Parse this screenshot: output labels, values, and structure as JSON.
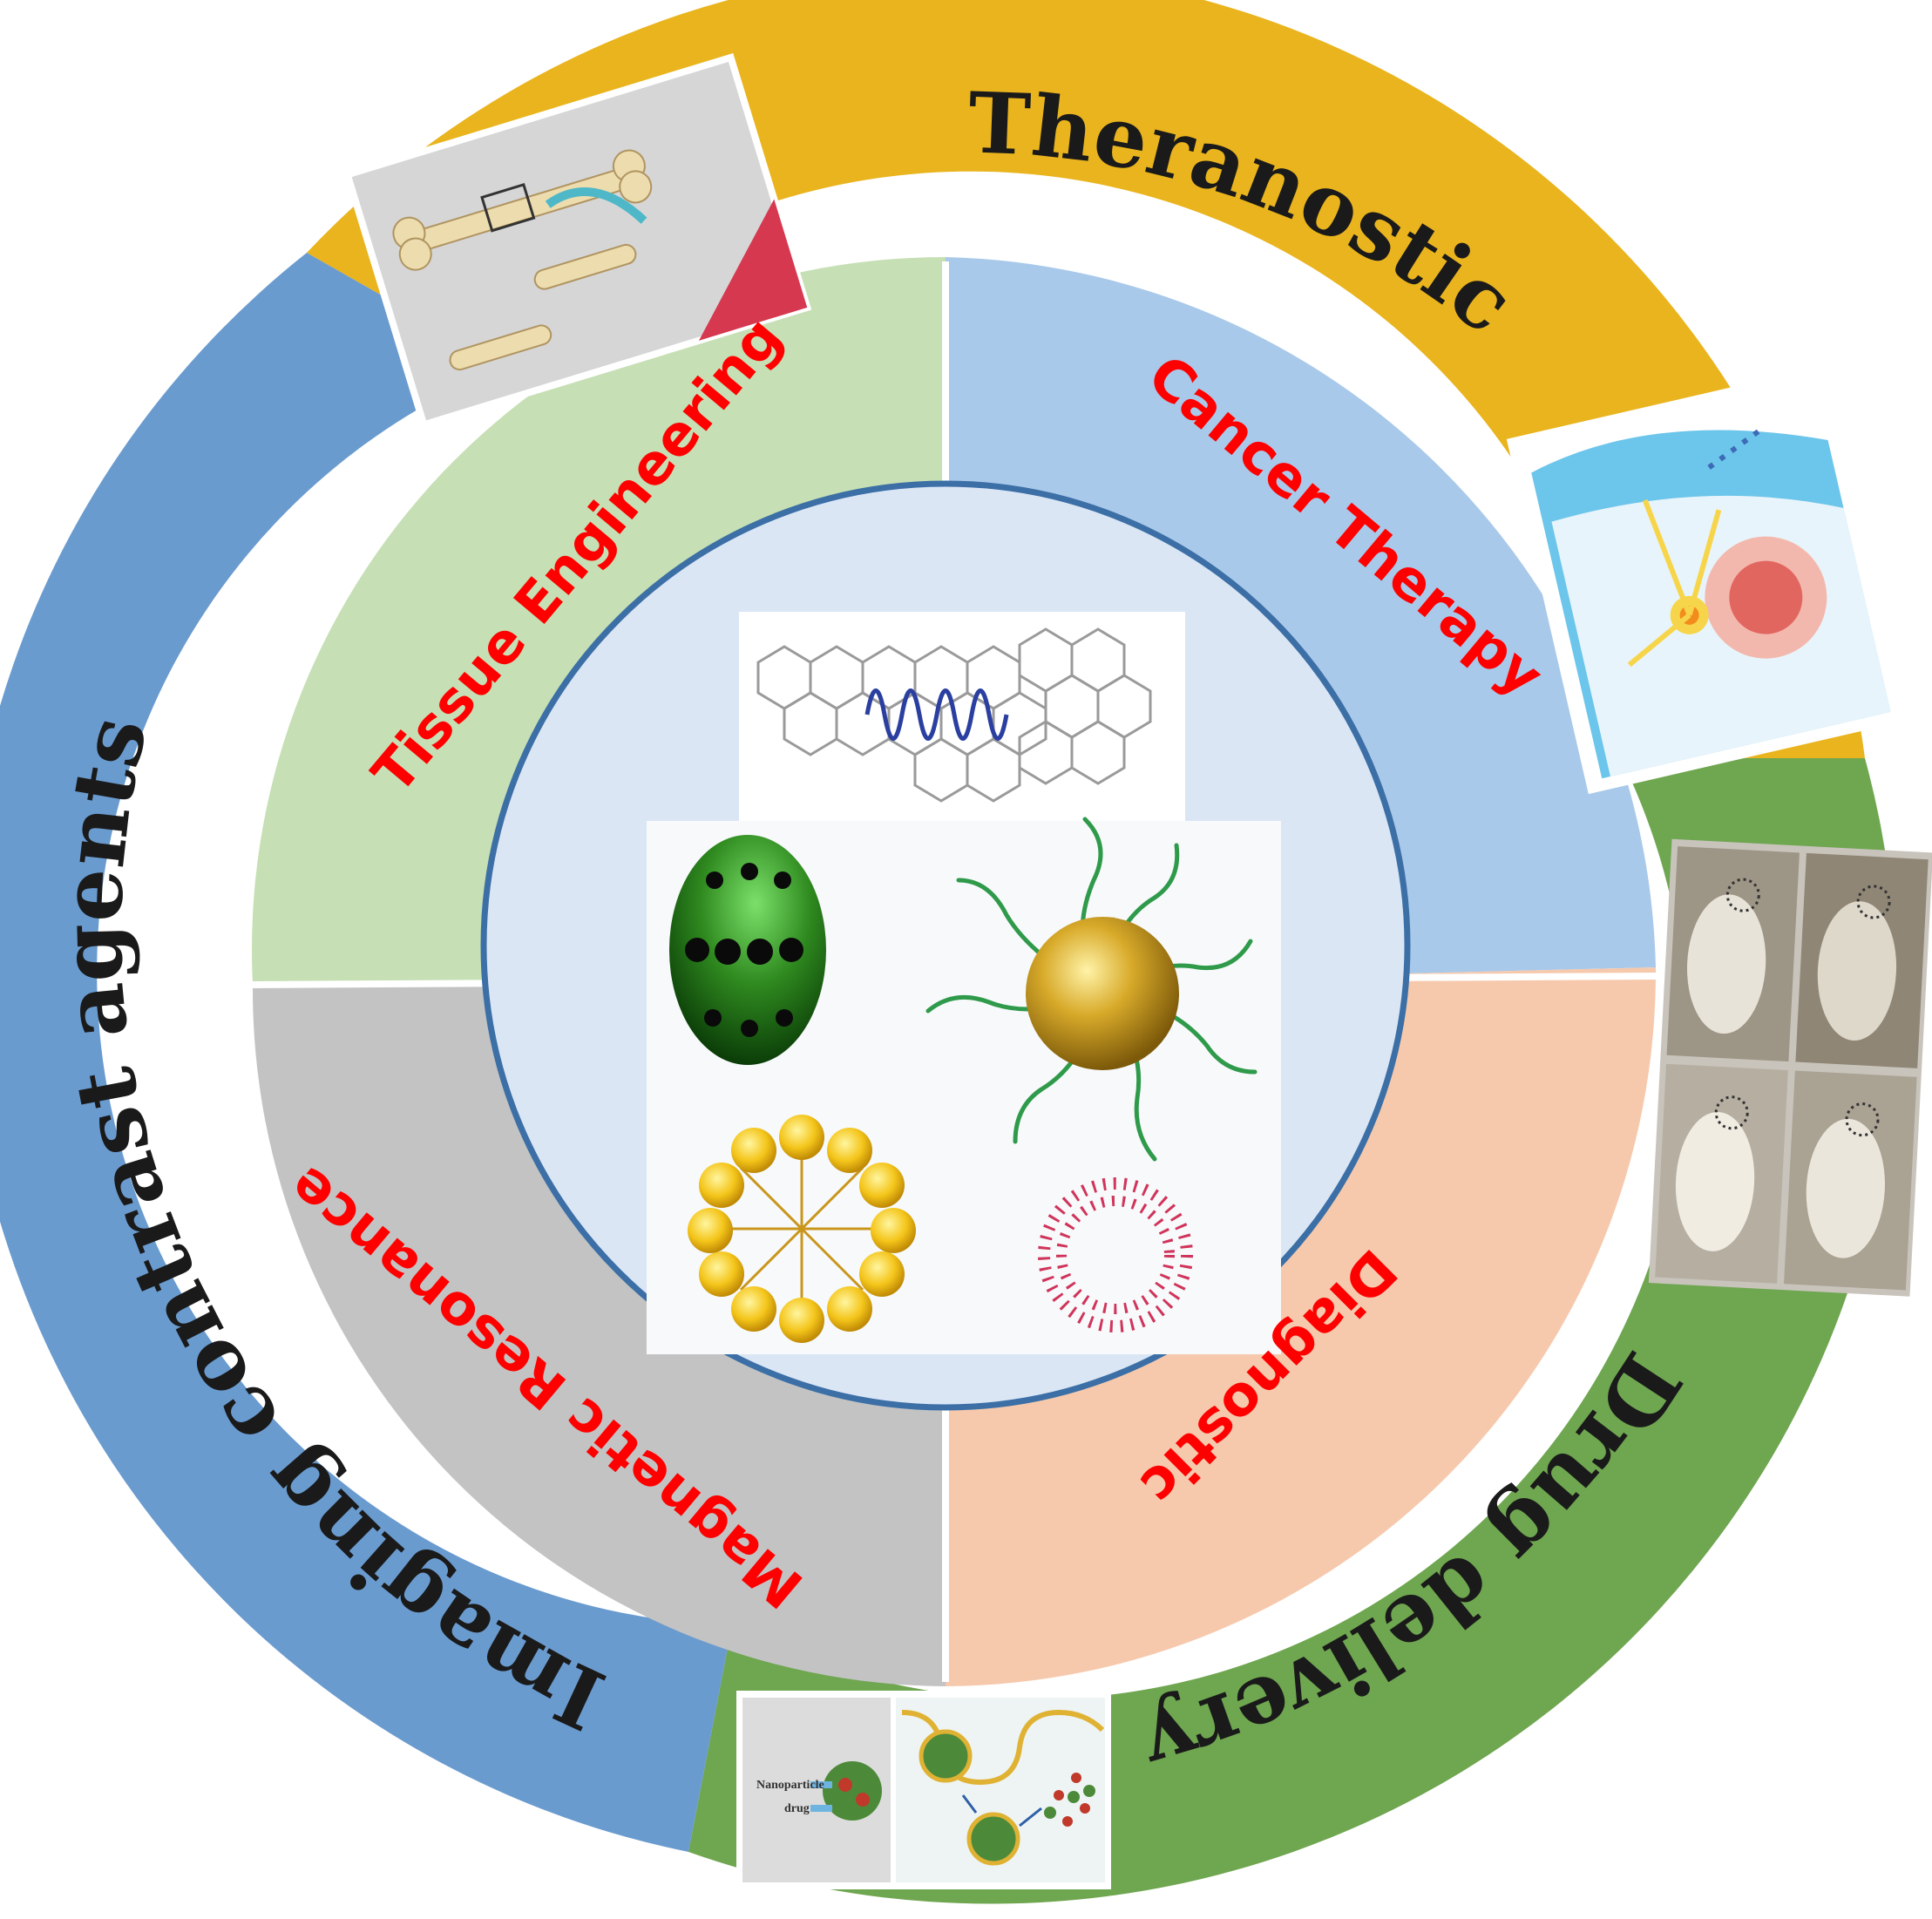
{
  "outer_ring": {
    "segments": [
      {
        "label": "Theranostic",
        "color": "#e9b41d"
      },
      {
        "label": "Drug delivery",
        "color": "#6fa650"
      },
      {
        "label": "Imaging contrast agents",
        "color": "#6a9bcf"
      }
    ]
  },
  "inner_ring": {
    "quadrants": [
      {
        "label": "Tissue Engineering",
        "color": "#c6dfb4"
      },
      {
        "label": "Cancer Therapy",
        "color": "#a9c9ea"
      },
      {
        "label": "Diagnostic",
        "color": "#f6c9ad"
      },
      {
        "label": "Magnetic Resonance",
        "color": "#c3c3c3"
      }
    ],
    "label_color": "#ff0000"
  },
  "center": {
    "fill": "#dbe6f5",
    "border": "#3b6fa6",
    "icons": [
      "graphene-sheet-icon",
      "porous-sphere-icon",
      "gold-dna-nanoparticle-icon",
      "micelle-icon",
      "liposome-icon"
    ]
  },
  "thumbnails": {
    "bone_fracture": {
      "icon": "bone-fracture-icon"
    },
    "neuron": {
      "icon": "neuron-icon"
    },
    "mouse_photos": {
      "icon": "mouse-photo-icon"
    },
    "endocytosis": {
      "icon": "endocytosis-icon",
      "labels": [
        "Nanoparticle",
        "drug"
      ]
    }
  }
}
